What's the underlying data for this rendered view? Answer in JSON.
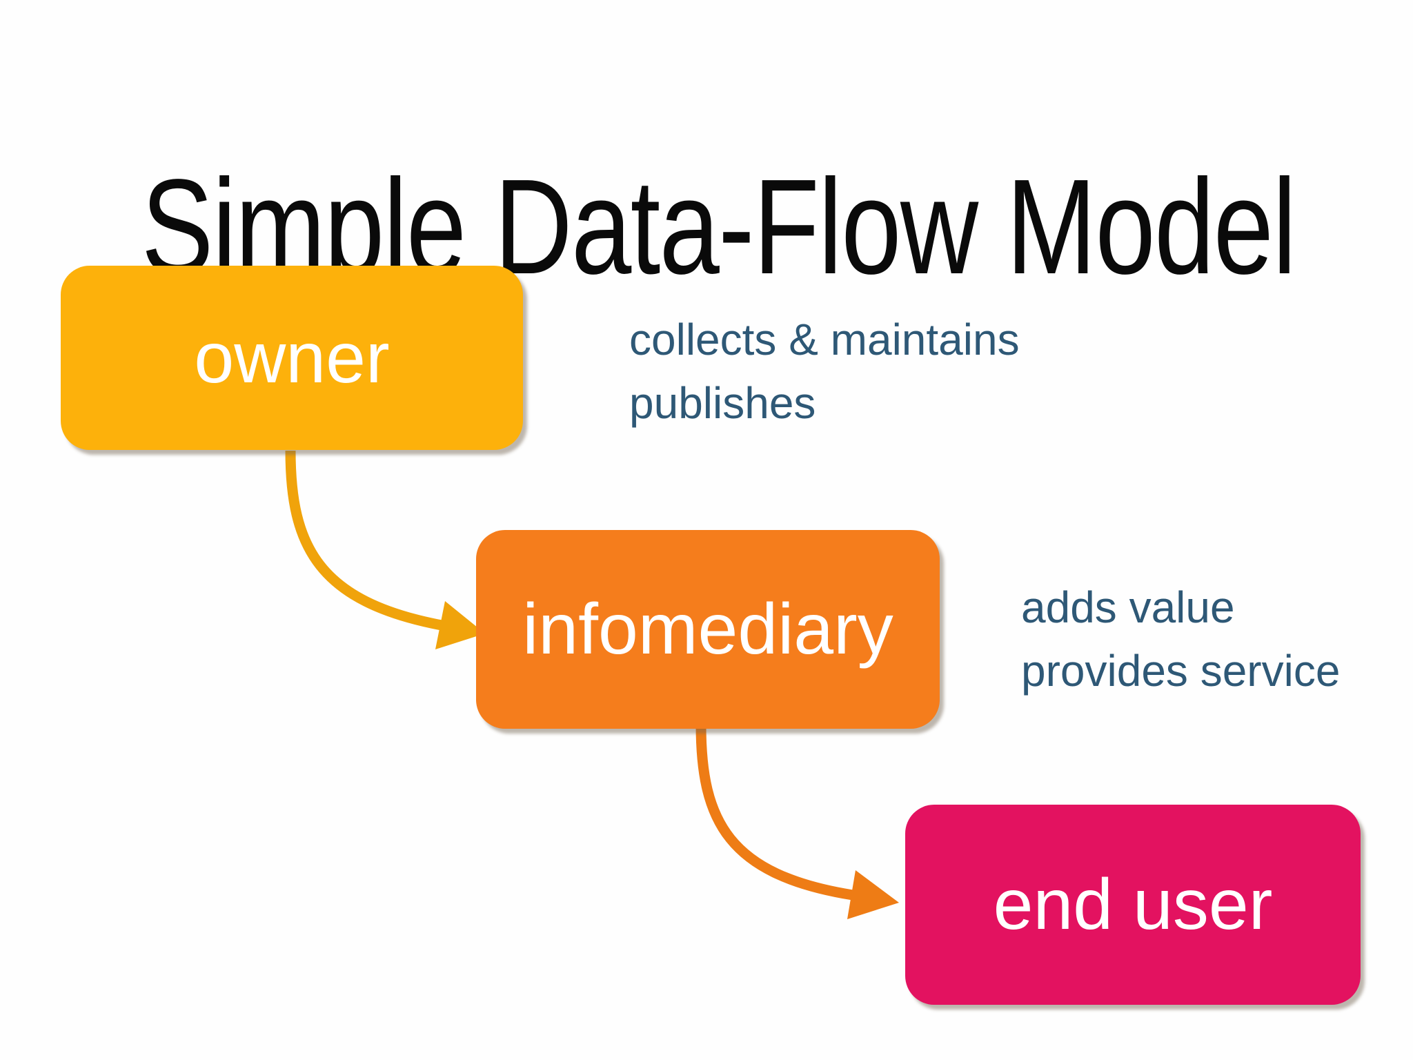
{
  "slide": {
    "title": "Simple Data-Flow Model",
    "title_color": "#0a0a0a",
    "background": "#fefefe"
  },
  "nodes": [
    {
      "label": "owner",
      "color": "#fdb10b",
      "text_color": "#ffffff"
    },
    {
      "label": "infomediary",
      "color": "#f57d1c",
      "text_color": "#ffffff"
    },
    {
      "label": "end user",
      "color": "#e31260",
      "text_color": "#ffffff"
    }
  ],
  "annotations": [
    {
      "lines": [
        "collects & maintains",
        "publishes"
      ],
      "color": "#2e5876"
    },
    {
      "lines": [
        "adds value",
        "provides service"
      ],
      "color": "#2e5876"
    }
  ],
  "arrows": [
    {
      "from": "owner",
      "to": "infomediary",
      "color": "#f0a30b"
    },
    {
      "from": "infomediary",
      "to": "end user",
      "color": "#ee7c15"
    }
  ]
}
